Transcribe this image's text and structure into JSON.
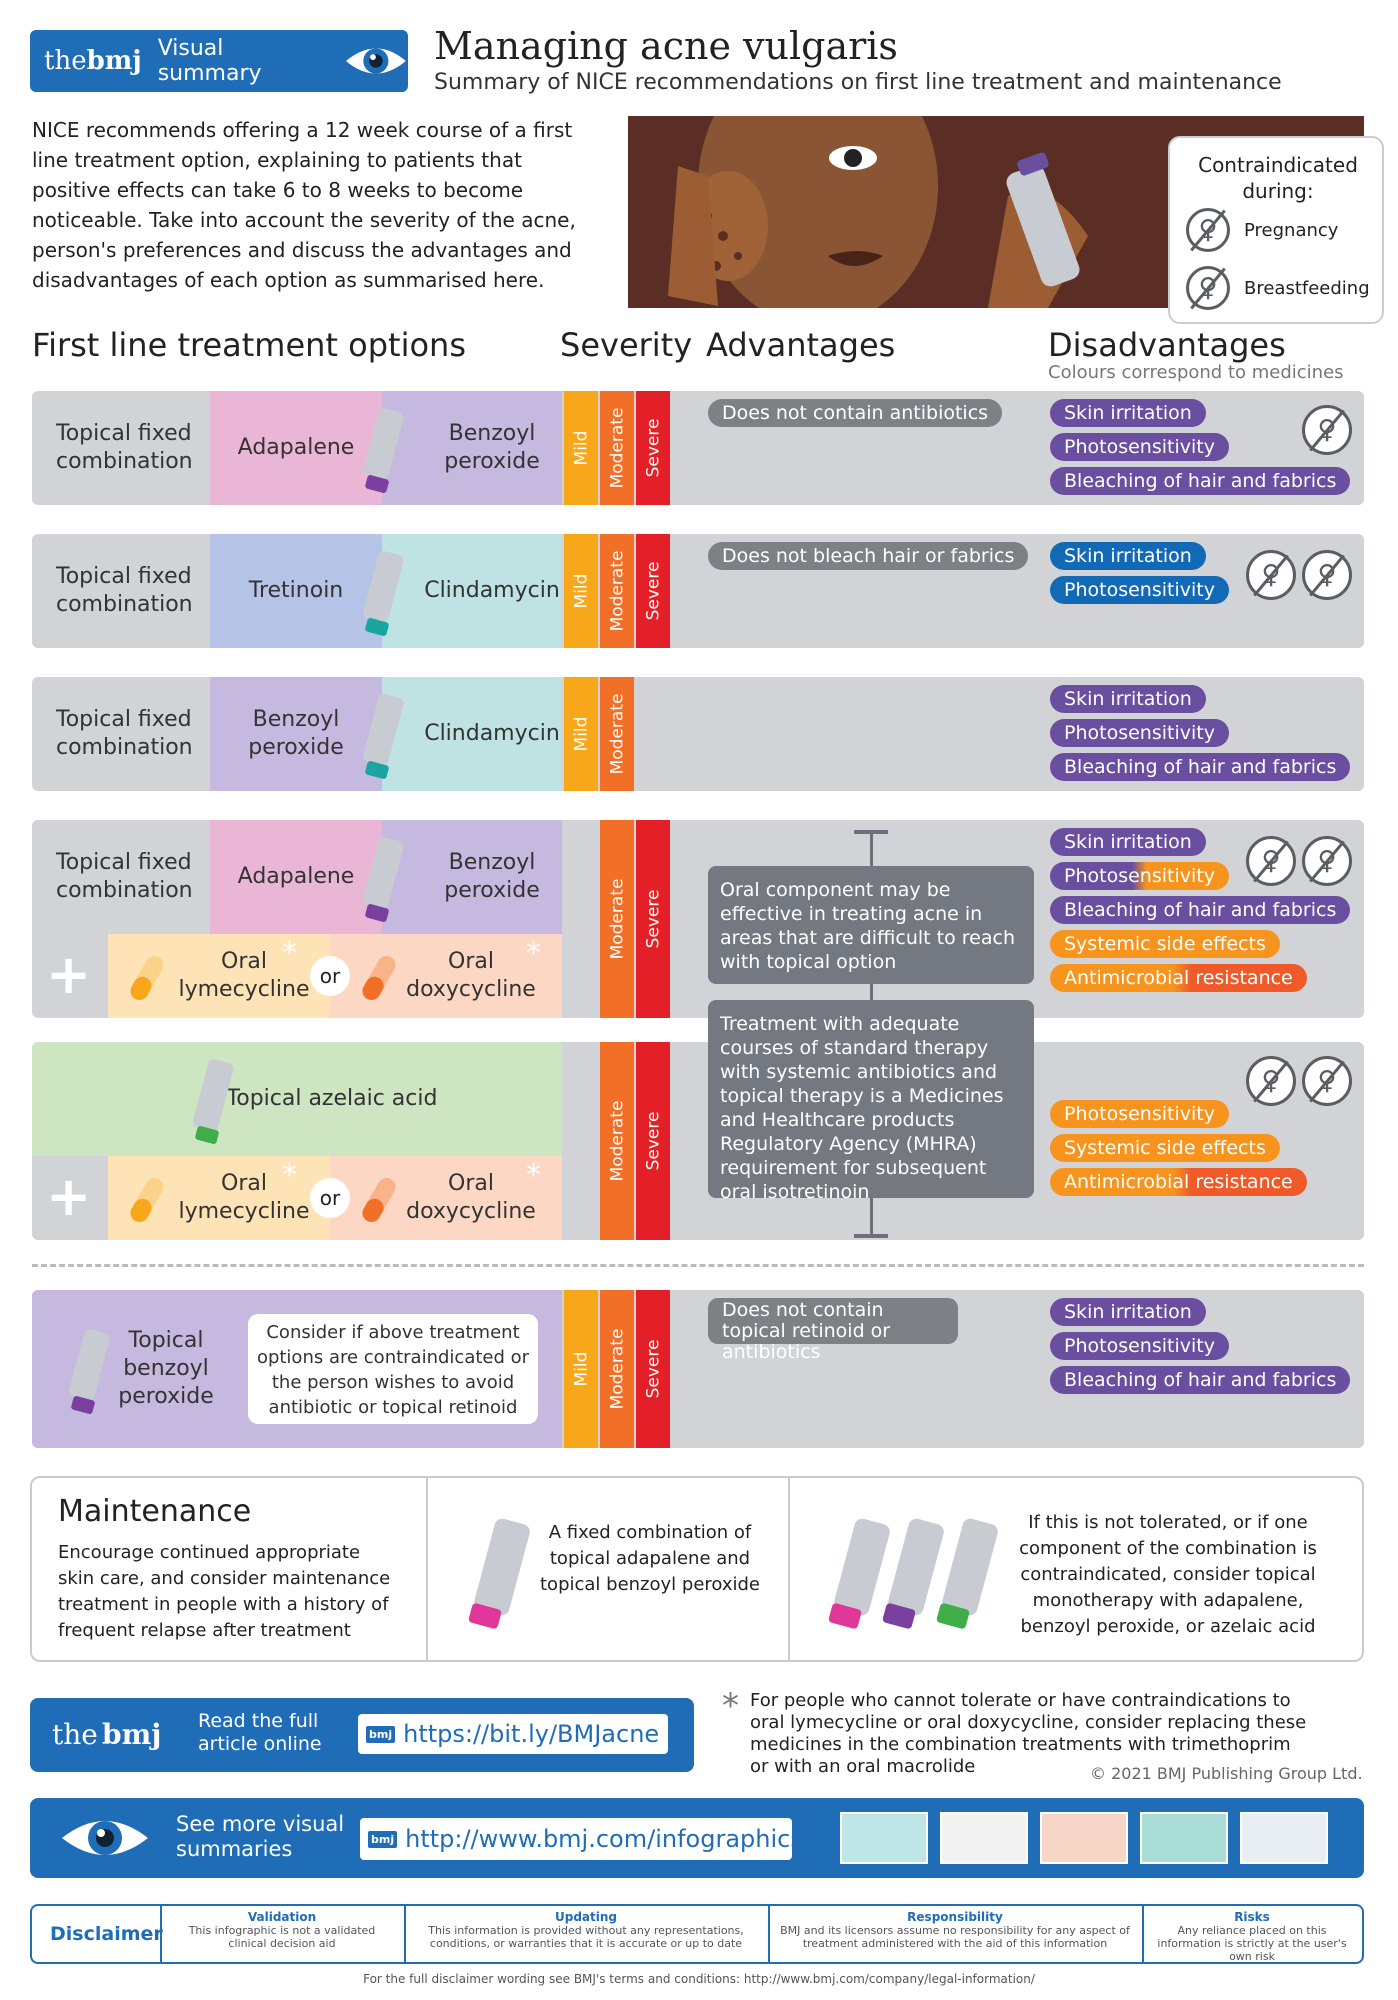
{
  "header": {
    "brand_the": "the",
    "brand_bmj": "bmj",
    "brand_label": "Visual summary",
    "title": "Managing acne vulgaris",
    "subtitle": "Summary of NICE recommendations on first line treatment and maintenance"
  },
  "intro": "NICE recommends offering a 12 week course of a first line treatment option, explaining to patients that positive effects can take 6 to 8 weeks to become noticeable. Take into account the severity of the acne, person's preferences and discuss the advantages and disadvantages of each option as summarised here.",
  "contraindicated": {
    "title": "Contraindicated during:",
    "items": [
      "Pregnancy",
      "Breastfeeding"
    ]
  },
  "columns": {
    "options": "First line treatment options",
    "severity": "Severity",
    "advantages": "Advantages",
    "disadvantages": "Disadvantages",
    "disadvantages_note": "Colours correspond to medicines"
  },
  "severity": {
    "mild": "Mild",
    "moderate": "Moderate",
    "severe": "Severe"
  },
  "rows": [
    {
      "label": "Topical fixed combination",
      "left": "Adapalene",
      "right": "Benzoyl peroxide",
      "advantage": "Does not contain antibiotics",
      "disadvantages": [
        "Skin irritation",
        "Photosensitivity",
        "Bleaching of hair and fabrics"
      ]
    },
    {
      "label": "Topical fixed combination",
      "left": "Tretinoin",
      "right": "Clindamycin",
      "advantage": "Does not bleach hair or fabrics",
      "disadvantages": [
        "Skin irritation",
        "Photosensitivity"
      ]
    },
    {
      "label": "Topical fixed combination",
      "left": "Benzoyl peroxide",
      "right": "Clindamycin",
      "disadvantages": [
        "Skin irritation",
        "Photosensitivity",
        "Bleaching of hair and fabrics"
      ]
    },
    {
      "label": "Topical fixed combination",
      "left": "Adapalene",
      "right": "Benzoyl peroxide",
      "oral_left": "Oral lymecycline",
      "or": "or",
      "oral_right": "Oral doxycycline",
      "disadvantages": [
        "Skin irritation",
        "Photosensitivity",
        "Bleaching of hair and fabrics",
        "Systemic side effects",
        "Antimicrobial resistance"
      ]
    },
    {
      "label": "Topical azelaic acid",
      "oral_left": "Oral lymecycline",
      "or": "or",
      "oral_right": "Oral doxycycline",
      "disadvantages": [
        "Photosensitivity",
        "Systemic side effects",
        "Antimicrobial resistance"
      ]
    }
  ],
  "oral_advantage_1": "Oral component may be effective in treating acne in areas that are difficult to reach with topical option",
  "oral_advantage_2": "Treatment with adequate courses of standard therapy with systemic antibiotics and topical therapy is a Medicines and Healthcare products Regulatory Agency (MHRA) requirement for subsequent oral isotretinoin",
  "bp_row": {
    "label": "Topical benzoyl peroxide",
    "note": "Consider if above treatment options are contraindicated or the person wishes to avoid antibiotic or topical retinoid",
    "advantage": "Does not contain topical retinoid or antibiotics",
    "disadvantages": [
      "Skin irritation",
      "Photosensitivity",
      "Bleaching of hair and fabrics"
    ]
  },
  "maintenance": {
    "title": "Maintenance",
    "text": "Encourage continued appropriate skin care, and consider maintenance treatment in people with a history of frequent relapse after treatment",
    "middle": "A fixed combination of topical adapalene and topical benzoyl peroxide",
    "right": "If this is not tolerated, or if one component of the combination is contraindicated, consider topical monotherapy with adapalene, benzoyl peroxide, or azelaic acid"
  },
  "footer": {
    "read_full": "Read the full article online",
    "url1": "https://bit.ly/BMJacne",
    "bmj_tag": "bmj",
    "footnote": "For people who cannot tolerate or have contraindications to oral lymecycline or oral doxycycline, consider  replacing these medicines in the combination treatments with trimethoprim or with an oral macrolide",
    "copyright": "© 2021 BMJ Publishing Group Ltd.",
    "see_more": "See more visual summaries",
    "url2": "http://www.bmj.com/infographics",
    "disclaimer": "Disclaimer",
    "disc_items": [
      {
        "title": "Validation",
        "text": "This infographic is not a validated clinical decision aid"
      },
      {
        "title": "Updating",
        "text": "This information is provided without any representations, conditions, or warranties that it is accurate or up to date"
      },
      {
        "title": "Responsibility",
        "text": "BMJ and its licensors assume no responsibility for any aspect of treatment administered with the aid of this information"
      },
      {
        "title": "Risks",
        "text": "Any reliance placed on this information is strictly at the user's own risk"
      }
    ],
    "legal": "For the full disclaimer wording see BMJ's terms and conditions: http://www.bmj.com/company/legal-information/"
  },
  "colors": {
    "brand_blue": "#1f6db7",
    "purple": "#6a4fa1",
    "orange": "#f7941d",
    "mild": "#f9a71a",
    "moderate": "#f26f27",
    "severe": "#e32027"
  },
  "icons": [
    "eye-icon",
    "pregnancy-crossed-icon",
    "breastfeeding-crossed-icon",
    "tube-icon",
    "capsule-icon",
    "plus-icon",
    "asterisk-icon"
  ]
}
